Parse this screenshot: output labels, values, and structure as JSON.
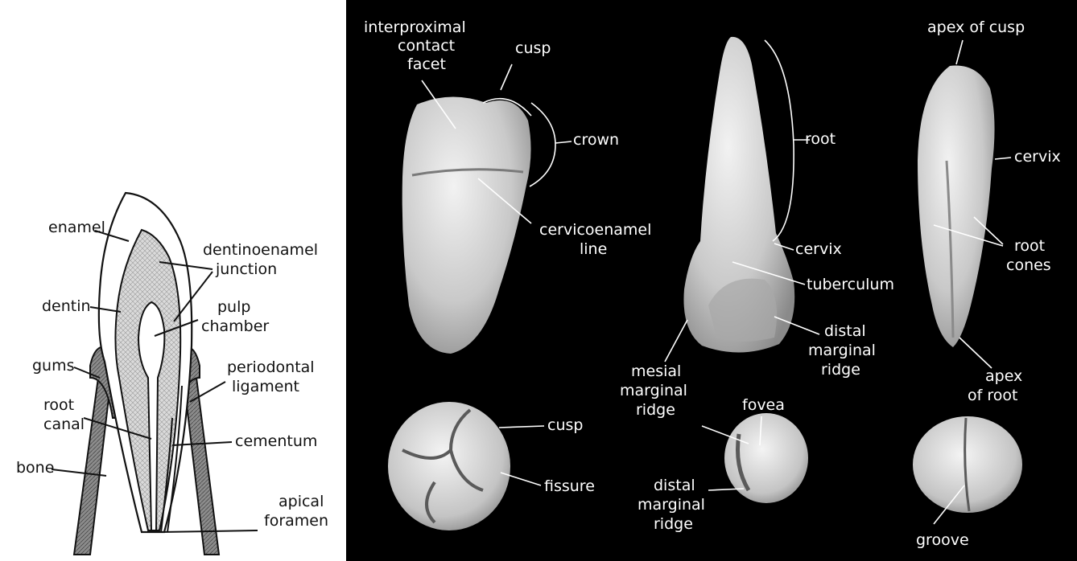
{
  "colors": {
    "panel_background": "#000000",
    "diagram_background": "#ffffff",
    "bone_tissue": "#8c8c8c",
    "dentin_tissue": "#dadada",
    "specimen_tone": "#d9d9d9"
  },
  "section_diagram": {
    "labels": [
      {
        "id": "enamel",
        "lines": [
          "enamel"
        ]
      },
      {
        "id": "dentinoenamel-junction",
        "lines": [
          "dentinoenamel",
          "junction"
        ]
      },
      {
        "id": "dentin",
        "lines": [
          "dentin"
        ]
      },
      {
        "id": "pulp-chamber",
        "lines": [
          "pulp",
          "chamber"
        ]
      },
      {
        "id": "gums",
        "lines": [
          "gums"
        ]
      },
      {
        "id": "periodontal-ligament",
        "lines": [
          "periodontal",
          "ligament"
        ]
      },
      {
        "id": "root-canal",
        "lines": [
          "root",
          "canal"
        ]
      },
      {
        "id": "cementum",
        "lines": [
          "cementum"
        ]
      },
      {
        "id": "bone",
        "lines": [
          "bone"
        ]
      },
      {
        "id": "apical-foramen",
        "lines": [
          "apical",
          "foramen"
        ]
      }
    ]
  },
  "photo_panel": {
    "specimen_molar_side": {
      "labels": [
        {
          "id": "interproximal-contact-facet",
          "lines": [
            "interproximal",
            "contact",
            "facet"
          ]
        },
        {
          "id": "cusp-side",
          "lines": [
            "cusp"
          ]
        },
        {
          "id": "crown",
          "lines": [
            "crown"
          ]
        },
        {
          "id": "cervicoenamel-line",
          "lines": [
            "cervicoenamel",
            "line"
          ]
        }
      ]
    },
    "specimen_incisor": {
      "labels": [
        {
          "id": "root",
          "lines": [
            "root"
          ]
        },
        {
          "id": "cervix-incisor",
          "lines": [
            "cervix"
          ]
        },
        {
          "id": "tuberculum",
          "lines": [
            "tuberculum"
          ]
        },
        {
          "id": "distal-marginal-ridge-incisor",
          "lines": [
            "distal",
            "marginal",
            "ridge"
          ]
        },
        {
          "id": "mesial-marginal-ridge",
          "lines": [
            "mesial",
            "marginal",
            "ridge"
          ]
        }
      ]
    },
    "specimen_premolar_side": {
      "labels": [
        {
          "id": "apex-of-cusp",
          "lines": [
            "apex of cusp"
          ]
        },
        {
          "id": "cervix-premolar",
          "lines": [
            "cervix"
          ]
        },
        {
          "id": "root-cones",
          "lines": [
            "root",
            "cones"
          ]
        },
        {
          "id": "apex-of-root",
          "lines": [
            "apex",
            "of root"
          ]
        }
      ]
    },
    "specimen_molar_occlusal": {
      "labels": [
        {
          "id": "cusp-occlusal",
          "lines": [
            "cusp"
          ]
        },
        {
          "id": "fissure",
          "lines": [
            "fissure"
          ]
        }
      ]
    },
    "specimen_incisor_occlusal": {
      "labels": [
        {
          "id": "fovea",
          "lines": [
            "fovea"
          ]
        },
        {
          "id": "distal-marginal-ridge-occlusal",
          "lines": [
            "distal",
            "marginal",
            "ridge"
          ]
        }
      ]
    },
    "specimen_premolar_occlusal": {
      "labels": [
        {
          "id": "groove",
          "lines": [
            "groove"
          ]
        }
      ]
    }
  }
}
